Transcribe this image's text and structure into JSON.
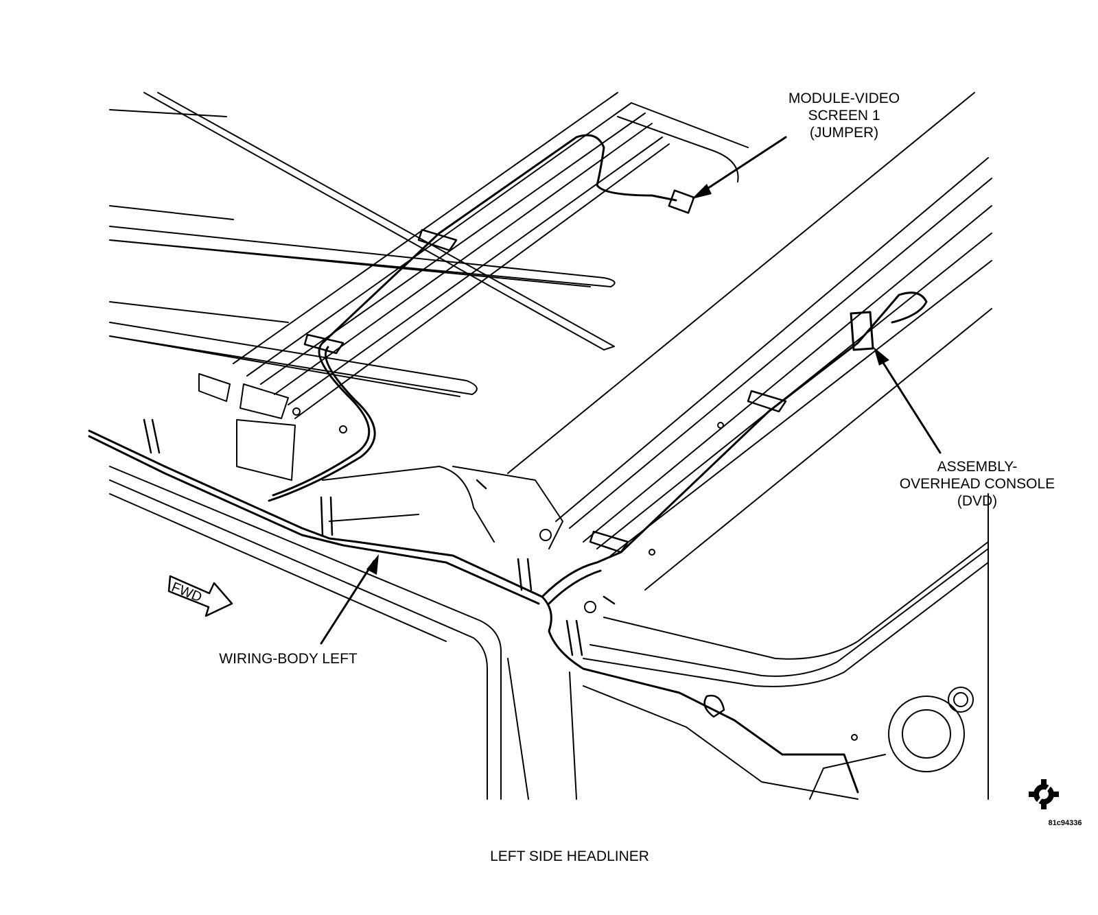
{
  "callouts": {
    "module_video": [
      "MODULE-VIDEO",
      "SCREEN 1",
      "(JUMPER)"
    ],
    "overhead_console": [
      "ASSEMBLY-",
      "OVERHEAD CONSOLE",
      "(DVD)"
    ],
    "wiring_body": "WIRING-BODY LEFT"
  },
  "direction_label": "FWD",
  "caption": "LEFT SIDE HEADLINER",
  "figure_id": "81c94336",
  "icons": [
    "gear-slash-icon",
    "forward-arrow-icon"
  ]
}
